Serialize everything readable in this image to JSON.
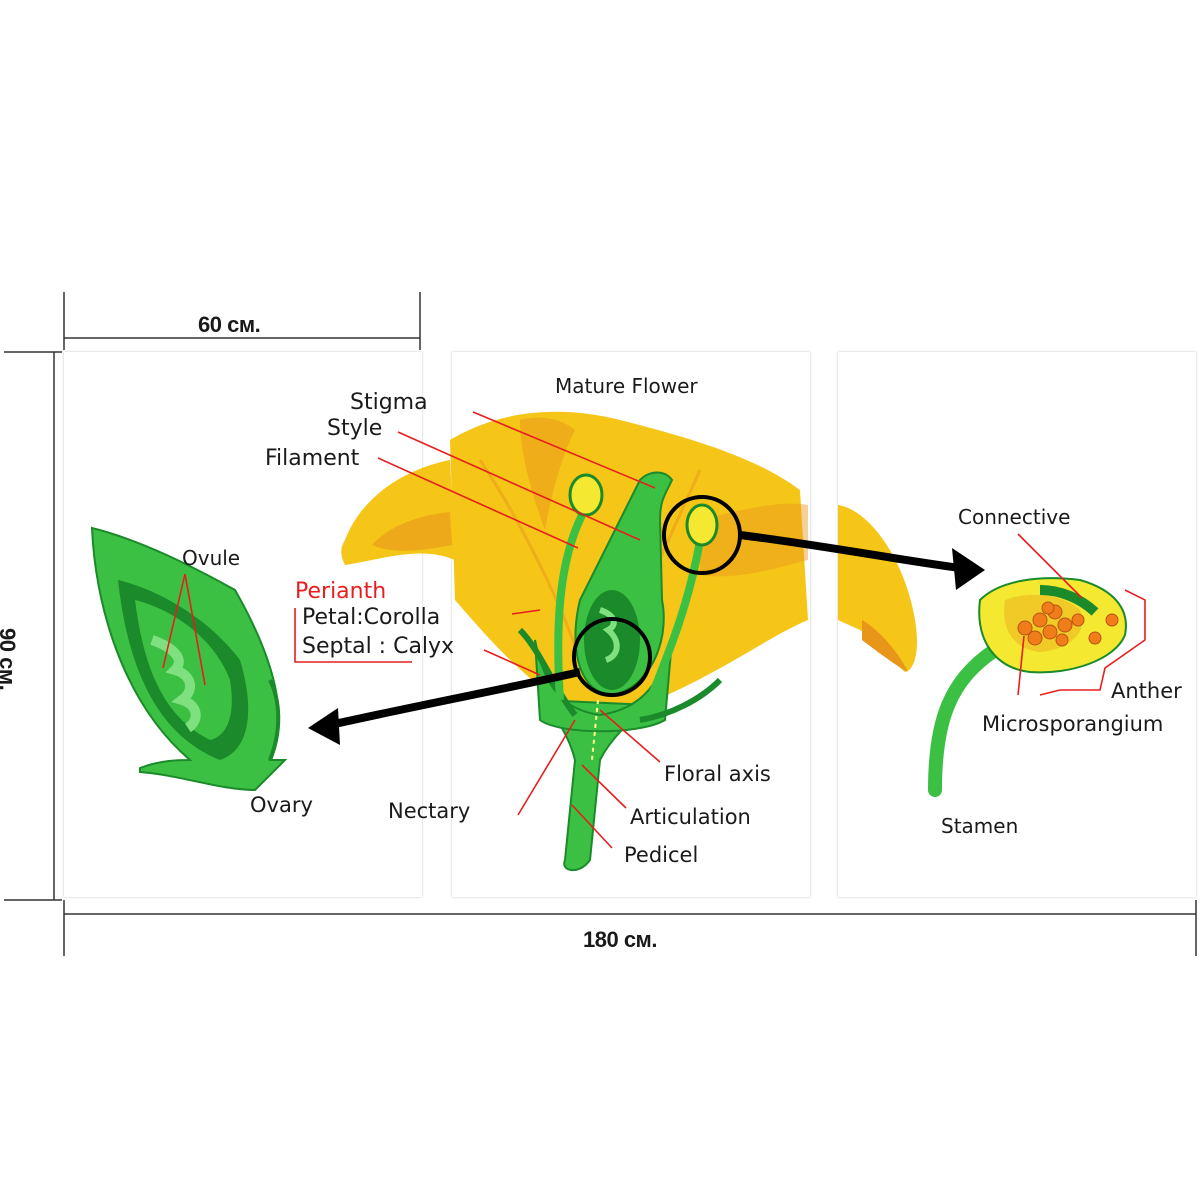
{
  "dimensions": {
    "panel_width": "60 см.",
    "total_width": "180 см.",
    "height": "90 см."
  },
  "diagram": {
    "title": "Mature Flower",
    "labels": {
      "stigma": "Stigma",
      "style": "Style",
      "filament": "Filament",
      "ovule": "Ovule",
      "perianth": "Perianth",
      "petal": "Petal:Corolla",
      "septal": "Septal : Calyx",
      "ovary": "Ovary",
      "nectary": "Nectary",
      "floral_axis": "Floral axis",
      "articulation": "Articulation",
      "pedicel": "Pedicel",
      "connective": "Connective",
      "anther": "Anther",
      "microsporangium": "Microsporangium",
      "stamen": "Stamen"
    }
  },
  "colors": {
    "petal_yellow": "#f5c518",
    "petal_orange": "#e8961a",
    "green_light": "#3cc043",
    "green_dark": "#1a8a2a",
    "label_line": "#e61e1e",
    "pollen": "#f07d1a"
  }
}
